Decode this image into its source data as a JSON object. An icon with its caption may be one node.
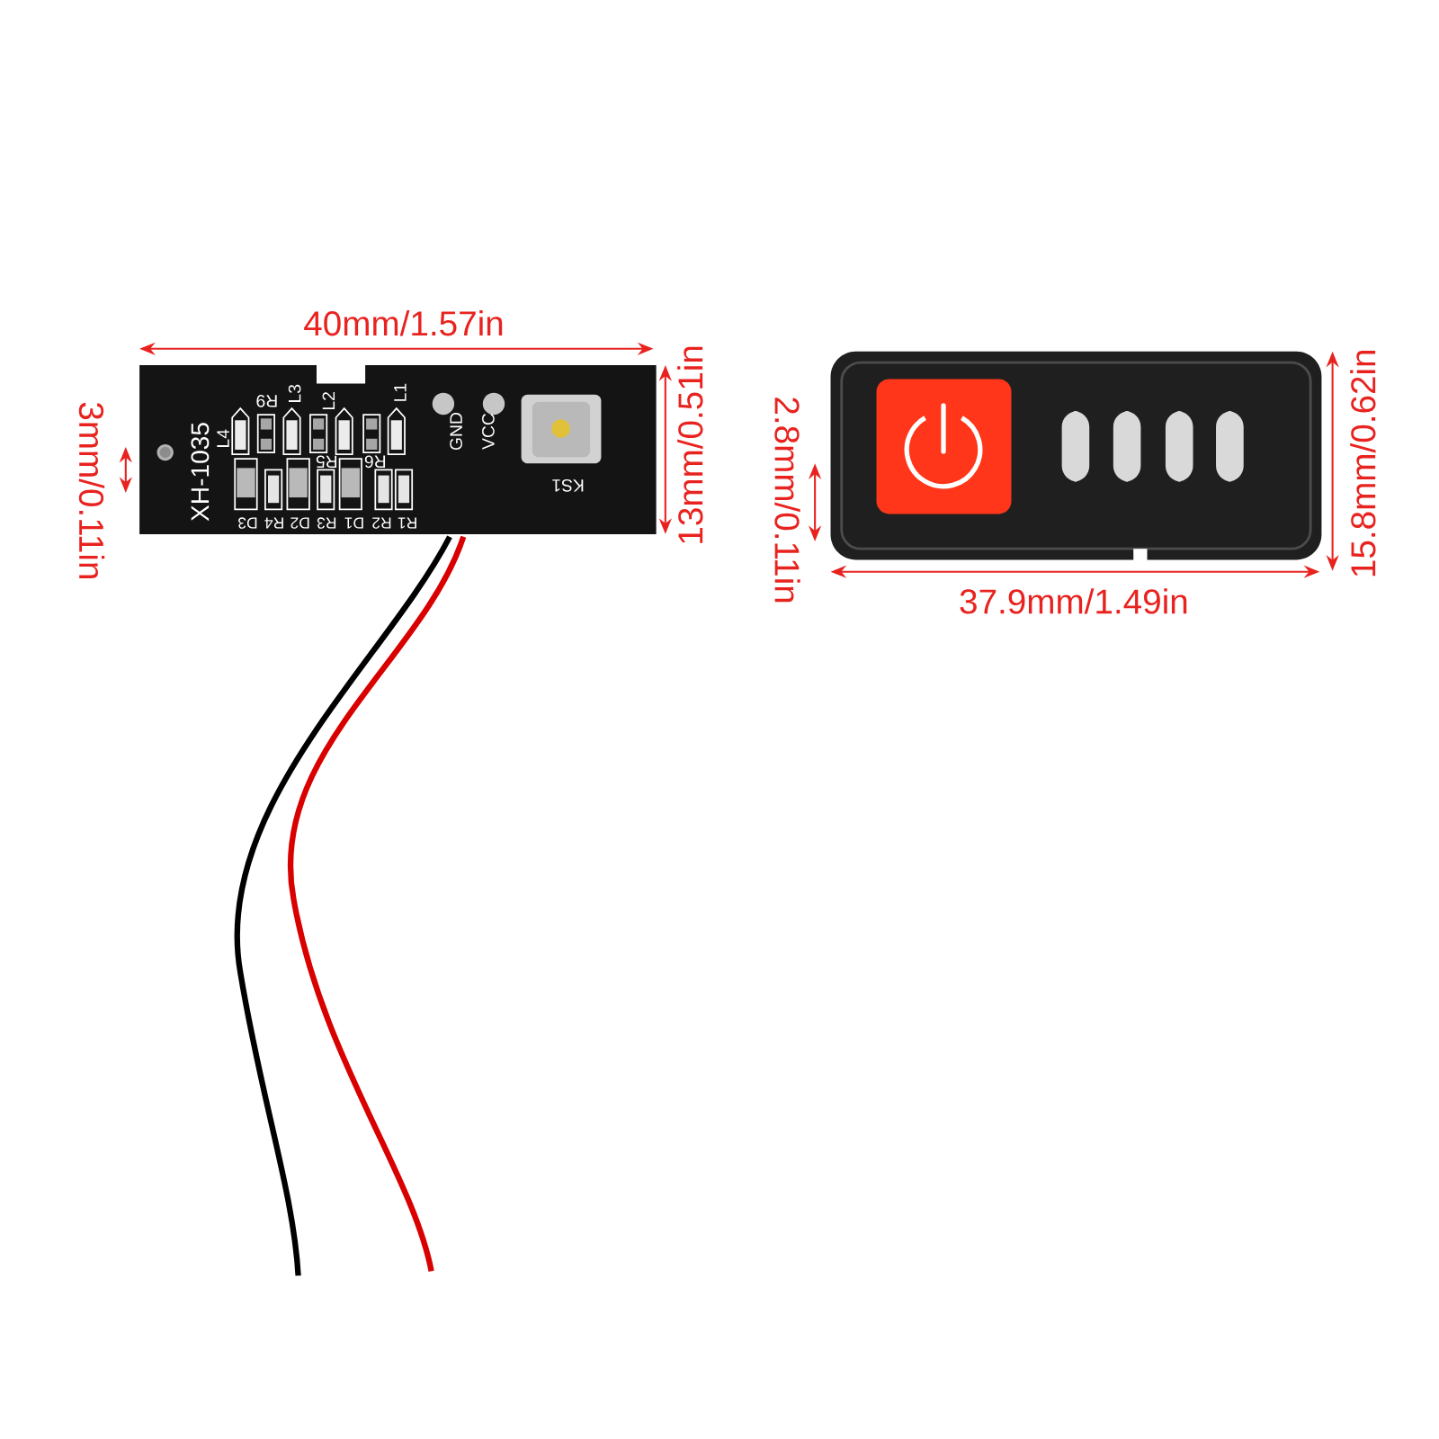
{
  "diagram": {
    "labels": [
      "3mm/0.11in",
      "40mm/1.57in",
      "XH-1035",
      "R9",
      "L3",
      "L2",
      "L1",
      "L4",
      "R5",
      "R6",
      "D3",
      "R4",
      "D2",
      "R3",
      "D1",
      "R2",
      "R1",
      "GND",
      "VCC",
      "KS1",
      "13mm/0.51in",
      "2.8mm/0.11in",
      "15.8mm/0.62in",
      "37.9mm/1.49in"
    ]
  }
}
